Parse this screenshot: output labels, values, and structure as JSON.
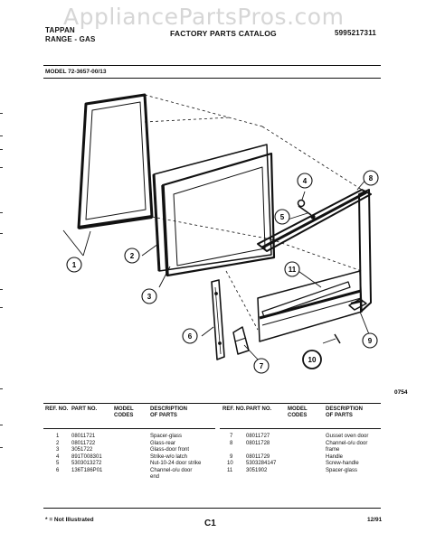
{
  "watermark": "AppliancePartsPros.com",
  "header": {
    "brand": "TAPPAN",
    "product": "RANGE - GAS",
    "catalog_title": "FACTORY PARTS CATALOG",
    "catalog_number": "5995217311"
  },
  "model_label": "MODEL  72-3657-00/13",
  "diagram": {
    "callouts": [
      "1",
      "2",
      "3",
      "4",
      "5",
      "6",
      "7",
      "8",
      "9",
      "10",
      "11"
    ],
    "figure_code": "0754"
  },
  "table": {
    "headers": {
      "ref": "REF. NO.",
      "part": "PART NO.",
      "codes": "MODEL CODES",
      "desc": "DESCRIPTION OF PARTS"
    },
    "left_rows": [
      {
        "ref": "1",
        "part": "08011721",
        "codes": "",
        "desc": "Spacer-glass"
      },
      {
        "ref": "2",
        "part": "08011722",
        "codes": "",
        "desc": "Glass-rear"
      },
      {
        "ref": "3",
        "part": "3051722",
        "codes": "",
        "desc": "Glass-door front"
      },
      {
        "ref": "4",
        "part": "891T008301",
        "codes": "",
        "desc": "Strike-w/o latch"
      },
      {
        "ref": "5",
        "part": "5303013272",
        "codes": "",
        "desc": "Nut-10-24 door strike"
      },
      {
        "ref": "6",
        "part": "136T186P01",
        "codes": "",
        "desc": "Channel-o/u door"
      },
      {
        "ref": "",
        "part": "",
        "codes": "",
        "desc": "end"
      }
    ],
    "right_rows": [
      {
        "ref": "7",
        "part": "08011727",
        "codes": "",
        "desc": "Gusset oven door"
      },
      {
        "ref": "8",
        "part": "08011728",
        "codes": "",
        "desc": "Channel-o/u door"
      },
      {
        "ref": "",
        "part": "",
        "codes": "",
        "desc": "frame"
      },
      {
        "ref": "9",
        "part": "08011729",
        "codes": "",
        "desc": "Handle"
      },
      {
        "ref": "10",
        "part": "5303284147",
        "codes": "",
        "desc": "Screw-handle"
      },
      {
        "ref": "11",
        "part": "3051902",
        "codes": "",
        "desc": "Spacer-glass"
      }
    ]
  },
  "footer": {
    "note": "* = Not Illustrated",
    "page": "C1",
    "date": "12/91"
  }
}
